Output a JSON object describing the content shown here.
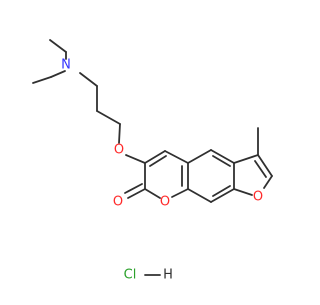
{
  "molecule": {
    "atoms": {
      "N": "N",
      "O_ether": "O",
      "O_carbonyl": "O",
      "O_lactone": "O",
      "O_furan": "O",
      "salt": "Cl",
      "salt_h": "H"
    }
  },
  "colors": {
    "bond": "#303030",
    "nitrogen": "#3333ff",
    "oxygen": "#ff2a2a",
    "chlorine": "#2aa02a",
    "hydrogen": "#303030"
  }
}
